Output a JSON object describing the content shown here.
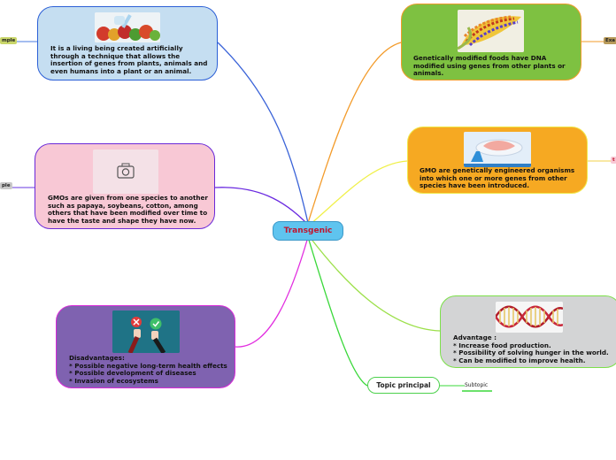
{
  "central_topic": "Transgenic",
  "nodes": {
    "definition_text": "It is a living being created artificially through a technique that allows the insertion of genes from plants, animals and even humans into a plant or an animal.",
    "species_text": "GMOs are given from one species to another such as papaya, soybeans, cotton, among others that have been modified over time to have the taste and shape they have now.",
    "disadvantages_text": "Disadvantages:\n* Possible negative long-term health effects\n* Possible development of diseases\n* Invasion of ecosystems",
    "foods_text": "Genetically modified foods have DNA modified using genes from other plants or animals.",
    "organisms_text": "GMO are genetically engineered organisms into which one or more genes from other species have been introduced.",
    "advantages_text": "Advantage :\n* Increase food production.\n* Possibility of solving hunger in the world.\n* Can be modified to improve health."
  },
  "topic_principal": "Topic principal",
  "subtopic": "Subtopic",
  "edge_tags": {
    "left_top": "mple",
    "left_mid": "ple",
    "right_top": "Exa",
    "right_mid": "t"
  },
  "colors": {
    "definition": "#c5def1",
    "species": "#f8c8d5",
    "disadvantages": "#7f62b0",
    "foods": "#7ec141",
    "organisms": "#f6a922",
    "advantages": "#d3d4d5",
    "central": "#5fc4ef",
    "central_text": "#c0152f"
  },
  "icons": {
    "definition": "vegetables-syringe-image",
    "species": "camera-placeholder-icon",
    "disadvantages": "gmo-yes-no-hands-image",
    "foods": "colorful-corn-image",
    "organisms": "petri-dish-lab-image",
    "advantages": "dna-helix-image"
  }
}
